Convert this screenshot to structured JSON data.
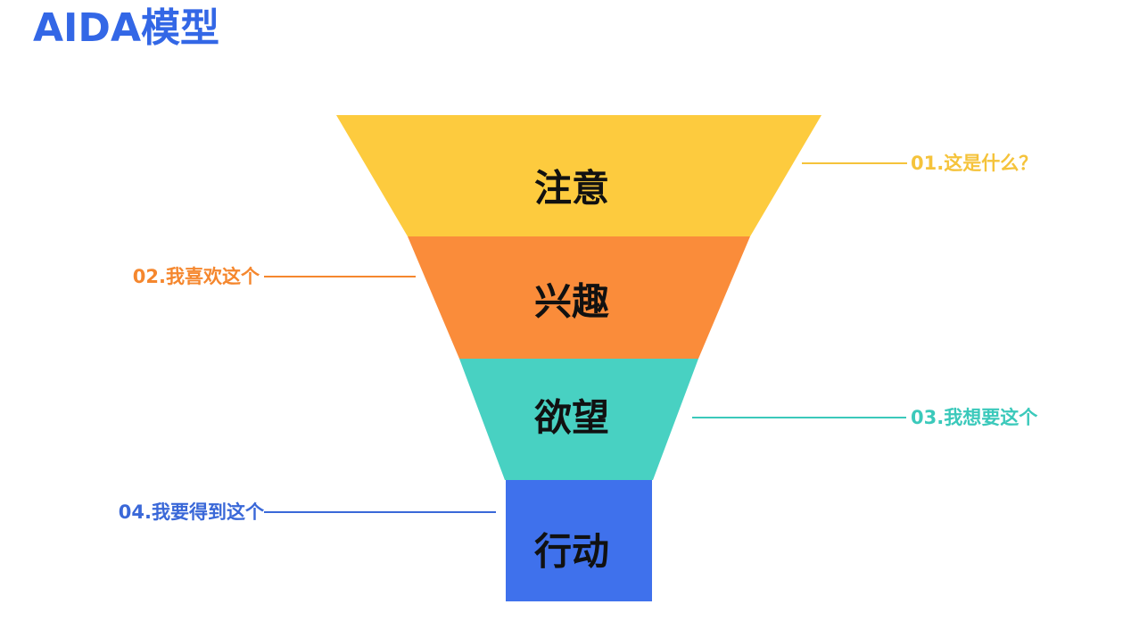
{
  "title": "AIDA模型",
  "colors": {
    "title": "#3367E6",
    "attention": "#FDCB3E",
    "interest": "#FA8C3A",
    "desire": "#48D1C2",
    "action": "#3F71EC",
    "callout_attention": "#F5C33B",
    "callout_interest": "#F5872E",
    "callout_desire": "#3BC9BB",
    "callout_action": "#3A68D8"
  },
  "stages": [
    {
      "key": "attention",
      "label": "注意",
      "callout": "01.这是什么？"
    },
    {
      "key": "interest",
      "label": "兴趣",
      "callout": "02.我喜欢这个"
    },
    {
      "key": "desire",
      "label": "欲望",
      "callout": "03.我想要这个"
    },
    {
      "key": "action",
      "label": "行动",
      "callout": "04.我要得到这个"
    }
  ]
}
